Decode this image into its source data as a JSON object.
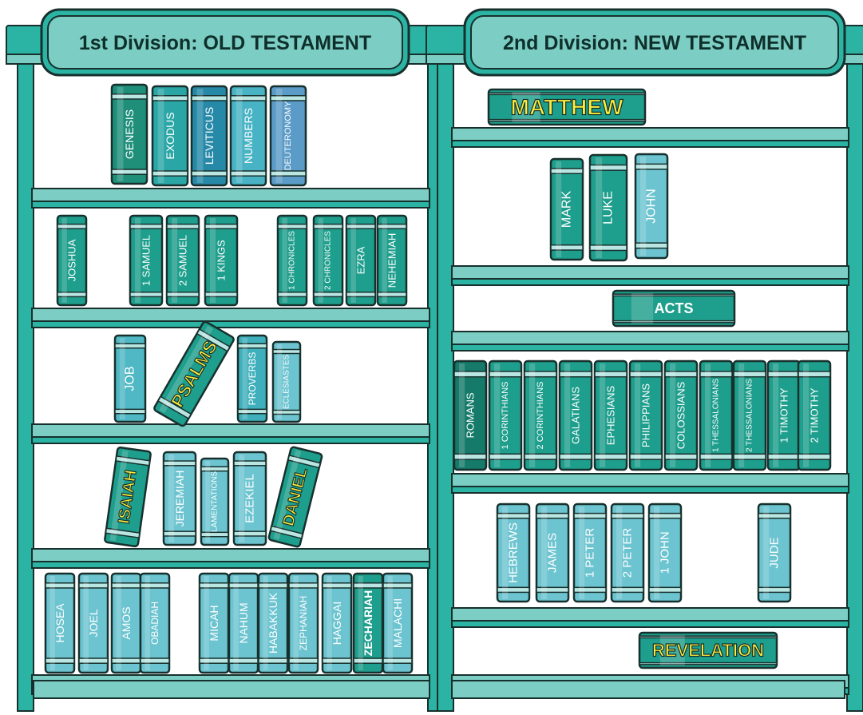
{
  "colors": {
    "frame": "#2bb3a3",
    "frame_light": "#7ccdc3",
    "outline": "#17302d",
    "book_teal": "#1e9e8c",
    "book_light": "#6cc4d0",
    "book_dark": "#157a6a",
    "highlight_text": "#ffef3a"
  },
  "old_testament": {
    "title": "1st Division: OLD TESTAMENT",
    "shelves": [
      [
        "GENESIS",
        "EXODUS",
        "LEVITICUS",
        "NUMBERS",
        "DEUTERONOMY"
      ],
      [
        "JOSHUA",
        "1 SAMUEL",
        "2 SAMUEL",
        "1 KINGS",
        "1 CHRONICLES",
        "2 CHRONICLES",
        "EZRA",
        "NEHEMIAH"
      ],
      [
        "JOB",
        "PSALMS",
        "PROVERBS",
        "ECLESIASTES"
      ],
      [
        "ISAIAH",
        "JEREMIAH",
        "LAMENTATIONS",
        "EZEKIEL",
        "DANIEL"
      ],
      [
        "HOSEA",
        "JOEL",
        "AMOS",
        "OBADIAH",
        "MICAH",
        "NAHUM",
        "HABAKKUK",
        "ZEPHANIAH",
        "HAGGAI",
        "ZECHARIAH",
        "MALACHI"
      ]
    ]
  },
  "new_testament": {
    "title": "2nd Division: NEW TESTAMENT",
    "shelves": [
      [
        "MATTHEW"
      ],
      [
        "MARK",
        "LUKE",
        "JOHN"
      ],
      [
        "ACTS"
      ],
      [
        "ROMANS",
        "1 CORINTHIANS",
        "2 CORINTHIANS",
        "GALATIANS",
        "EPHESIANS",
        "PHILIPPIANS",
        "COLOSSIANS",
        "1 THESSALONIANS",
        "2 THESSALONIANS",
        "1 TIMOTHY",
        "2 TIMOTHY"
      ],
      [
        "HEBREWS",
        "JAMES",
        "1 PETER",
        "2 PETER",
        "1 JOHN",
        "JUDE"
      ],
      [
        "REVELATION"
      ]
    ]
  }
}
